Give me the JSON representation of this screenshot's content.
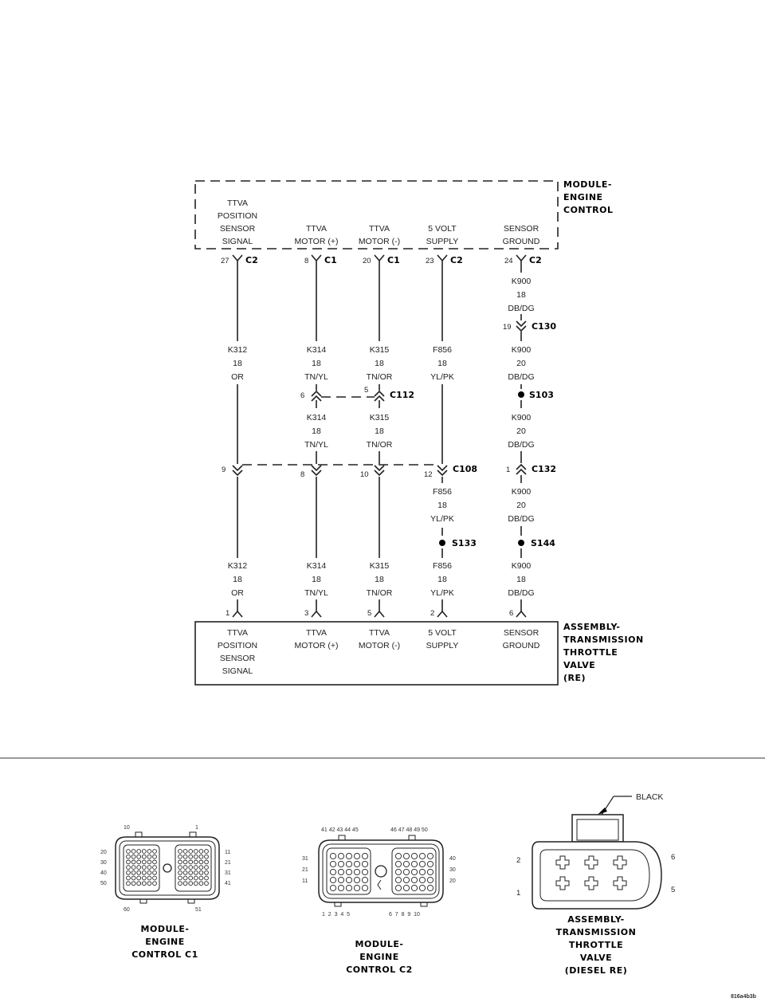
{
  "modules": {
    "ecm": {
      "label": [
        "MODULE-",
        "ENGINE",
        "CONTROL"
      ]
    },
    "ttva": {
      "label": [
        "ASSEMBLY-",
        "TRANSMISSION",
        "THROTTLE",
        "VALVE",
        "(RE)"
      ]
    }
  },
  "ecm_pins": [
    {
      "label": [
        "TTVA",
        "POSITION",
        "SENSOR",
        "SIGNAL"
      ],
      "pin": "27",
      "conn": "C2"
    },
    {
      "label": [
        "TTVA",
        "MOTOR (+)"
      ],
      "pin": "8",
      "conn": "C1"
    },
    {
      "label": [
        "TTVA",
        "MOTOR (-)"
      ],
      "pin": "20",
      "conn": "C1"
    },
    {
      "label": [
        "5 VOLT",
        "SUPPLY"
      ],
      "pin": "23",
      "conn": "C2"
    },
    {
      "label": [
        "SENSOR",
        "GROUND"
      ],
      "pin": "24",
      "conn": "C2"
    }
  ],
  "ttva_pins": [
    {
      "label": [
        "TTVA",
        "POSITION",
        "SENSOR",
        "SIGNAL"
      ],
      "pin": "1"
    },
    {
      "label": [
        "TTVA",
        "MOTOR (+)"
      ],
      "pin": "3"
    },
    {
      "label": [
        "TTVA",
        "MOTOR (-)"
      ],
      "pin": "5"
    },
    {
      "label": [
        "5 VOLT",
        "SUPPLY"
      ],
      "pin": "2"
    },
    {
      "label": [
        "SENSOR",
        "GROUND"
      ],
      "pin": "6"
    }
  ],
  "wires": {
    "k312_upper": [
      "K312",
      "18",
      "OR"
    ],
    "k314_upper": [
      "K314",
      "18",
      "TN/YL"
    ],
    "k315_upper": [
      "K315",
      "18",
      "TN/OR"
    ],
    "f856_upper": [
      "F856",
      "18",
      "YL/PK"
    ],
    "k900_a": [
      "K900",
      "18",
      "DB/DG"
    ],
    "k900_b": [
      "K900",
      "20",
      "DB/DG"
    ],
    "k314_mid": [
      "K314",
      "18",
      "TN/YL"
    ],
    "k315_mid": [
      "K315",
      "18",
      "TN/OR"
    ],
    "k900_c": [
      "K900",
      "20",
      "DB/DG"
    ],
    "f856_mid": [
      "F856",
      "18",
      "YL/PK"
    ],
    "k900_d": [
      "K900",
      "20",
      "DB/DG"
    ],
    "k312_lower": [
      "K312",
      "18",
      "OR"
    ],
    "k314_lower": [
      "K314",
      "18",
      "TN/YL"
    ],
    "k315_lower": [
      "K315",
      "18",
      "TN/OR"
    ],
    "f856_lower": [
      "F856",
      "18",
      "YL/PK"
    ],
    "k900_e": [
      "K900",
      "18",
      "DB/DG"
    ]
  },
  "connectors": {
    "c130": {
      "name": "C130",
      "pin": "19"
    },
    "c112": {
      "name": "C112",
      "pin_left": "6",
      "pin_right": "5"
    },
    "c108": {
      "name": "C108",
      "pins": [
        "9",
        "8",
        "10",
        "12"
      ]
    },
    "c132": {
      "name": "C132",
      "pin": "1"
    }
  },
  "splices": {
    "s103": "S103",
    "s133": "S133",
    "s144": "S144"
  },
  "views": {
    "c1": {
      "label": [
        "MODULE-",
        "ENGINE",
        "CONTROL C1"
      ],
      "pins_top": [
        "10",
        "1"
      ],
      "pins_left": [
        "20",
        "30",
        "40",
        "50"
      ],
      "pins_right": [
        "11",
        "21",
        "31",
        "41"
      ],
      "pins_bottom": [
        "60",
        "51"
      ]
    },
    "c2": {
      "label": [
        "MODULE-",
        "ENGINE",
        "CONTROL C2"
      ],
      "pins_top_left": "41 42 43 44 45",
      "pins_top_right": "46 47 48 49 50",
      "pins_left": [
        "31",
        "21",
        "11"
      ],
      "pins_right": [
        "40",
        "30",
        "20"
      ],
      "pins_bottom_left": "1  2  3  4  5",
      "pins_bottom_right": "6  7  8  9  10"
    },
    "ttva": {
      "label": [
        "ASSEMBLY-",
        "TRANSMISSION",
        "THROTTLE",
        "VALVE",
        "(DIESEL RE)"
      ],
      "color_label": "BLACK",
      "pins": [
        "2",
        "1",
        "6",
        "5"
      ]
    }
  },
  "figure_id": "816a4b3b"
}
